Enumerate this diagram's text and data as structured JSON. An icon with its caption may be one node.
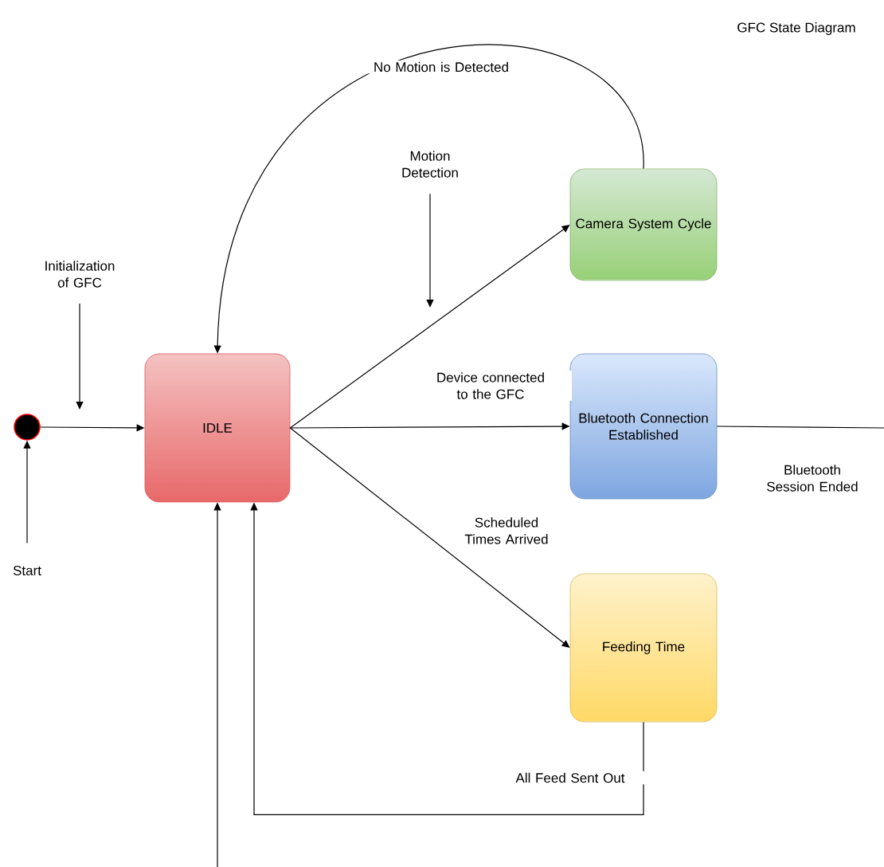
{
  "diagram": {
    "title": "GFC State Diagram",
    "nodes": [
      {
        "text": [],
        "shape": "circle"
      },
      {
        "text": [
          "IDLE"
        ]
      },
      {
        "text": [
          "Camera System Cycle"
        ]
      },
      {
        "text": [
          "Bluetooth Connection Established"
        ]
      },
      {
        "text": [
          "Feeding Time"
        ]
      },
      {
        "text": [
          "Initialization of GFC"
        ]
      },
      {
        "text": [
          "Motion Detection"
        ]
      },
      {
        "text": [
          "Start"
        ]
      }
    ],
    "edges": [
      {
        "from": 0,
        "to": 1,
        "arrow": "to"
      },
      {
        "from": 1,
        "to": 2,
        "arrow": "to"
      },
      {
        "from": 1,
        "to": 3,
        "arrow": "to",
        "label": "Device connected to the GFC"
      },
      {
        "from": 1,
        "to": 4,
        "arrow": "to",
        "label": "Scheduled Times Arrived"
      },
      {
        "from": 2,
        "to": 1,
        "arrow": "to",
        "label": "No Motion is Detected"
      },
      {
        "from": 3,
        "to": null,
        "arrow": "none",
        "label": "Bluetooth Session Ended"
      },
      {
        "from": null,
        "to": 1,
        "arrow": "to"
      },
      {
        "from": 4,
        "to": 1,
        "arrow": "to",
        "label": "All Feed Sent Out"
      },
      {
        "from": 5,
        "to": null,
        "arrow": "to"
      },
      {
        "from": 6,
        "to": null,
        "arrow": "to"
      },
      {
        "from": 7,
        "to": 0,
        "arrow": "to"
      }
    ]
  }
}
